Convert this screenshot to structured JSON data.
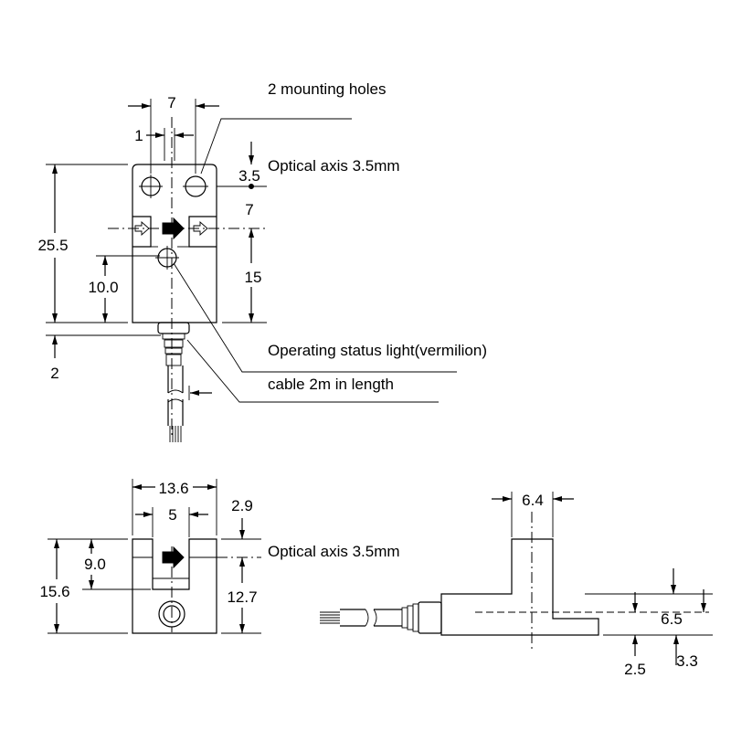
{
  "top_view": {
    "dim_hole_pitch": "7",
    "dim_hole_offset": "1",
    "mounting_holes_label": "2 mounting holes",
    "dim_axis": "3.5",
    "optical_axis_label": "Optical axis 3.5mm",
    "dim_slot": "7",
    "dim_height": "25.5",
    "dim_axis_to_base": "15",
    "dim_light": "10.0",
    "status_light_label": "Operating status light(vermilion)",
    "dim_connector": "2",
    "cable_label": "cable 2m in length"
  },
  "end_view": {
    "dim_width": "13.6",
    "dim_slot": "5",
    "dim_axis_top": "2.9",
    "optical_axis_label": "Optical axis 3.5mm",
    "dim_slot_depth": "9.0",
    "dim_height": "15.6",
    "dim_axis_base": "12.7"
  },
  "side_view": {
    "dim_arm": "6.4",
    "dim_axis": "6.5",
    "dim_step": "2.5",
    "dim_base": "3.3"
  }
}
